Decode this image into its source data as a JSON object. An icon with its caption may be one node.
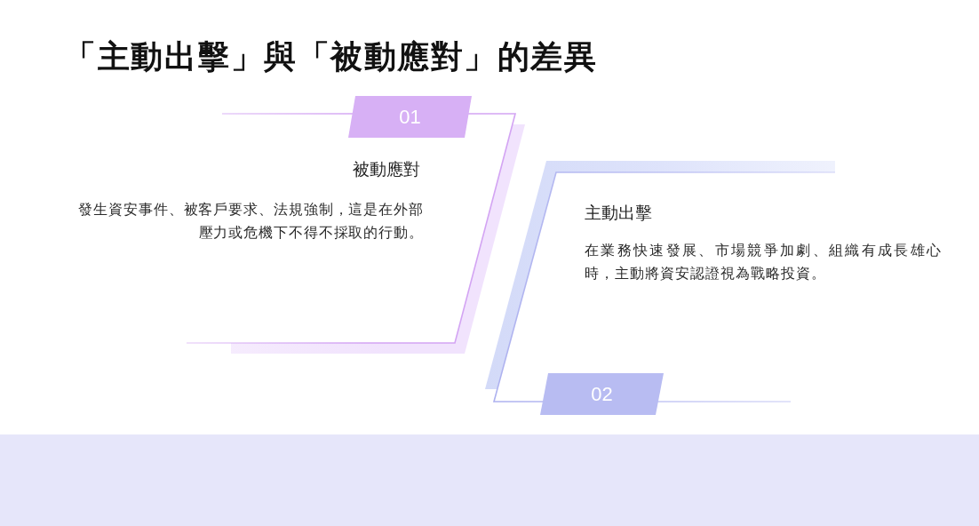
{
  "diagram": {
    "title": "「主動出擊」與「被動應對」的差異",
    "nodes": [
      {
        "text": [
          "01"
        ]
      },
      {
        "text": [
          "被動應對",
          "發生資安事件、被客戶要求、法規強制，這是在外部壓力或危機下不得不採取的行動。"
        ]
      },
      {
        "text": [
          "主動出擊",
          "在業務快速發展、市場競爭加劇、組織有成長雄心時，主動將資安認證視為戰略投資。"
        ]
      },
      {
        "text": [
          "02"
        ]
      }
    ]
  }
}
